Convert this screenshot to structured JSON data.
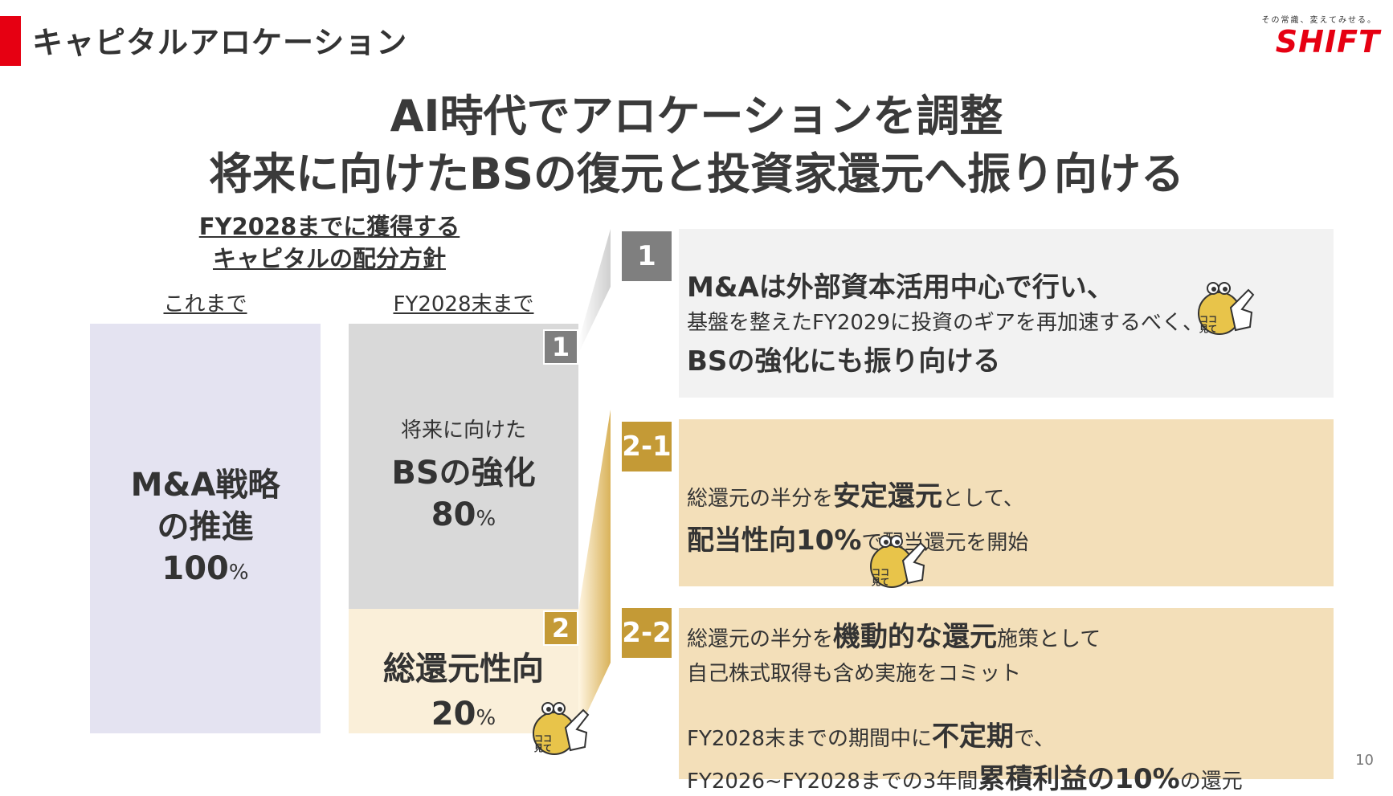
{
  "header": {
    "title": "キャピタルアロケーション",
    "tagline": "その常識、変えてみせる。",
    "logo": "SHIFT"
  },
  "headline": {
    "line1": "AI時代でアロケーションを調整",
    "line2": "将来に向けたBSの復元と投資家還元へ振り向ける"
  },
  "policy": {
    "line1": "FY2028までに獲得する",
    "line2": "キャピタルの配分方針"
  },
  "columns": {
    "before_label": "これまで",
    "after_label": "FY2028末まで"
  },
  "left_box": {
    "line1": "M&A戦略",
    "line2": "の推進",
    "value": "100",
    "unit": "%"
  },
  "bs_box": {
    "tag": "1",
    "small": "将来に向けた",
    "label": "BSの強化",
    "value": "80",
    "unit": "%"
  },
  "payout_box": {
    "tag": "2",
    "label": "総還元性向",
    "value": "20",
    "unit": "%"
  },
  "card1": {
    "tag": "1",
    "line1": "M&Aは外部資本活用中心で行い、",
    "line2": "基盤を整えたFY2029に投資のギアを再加速するべく、",
    "line3": "BSの強化にも振り向ける"
  },
  "card21": {
    "tag": "2-1",
    "l1_pre": "総還元の半分を",
    "l1_bold": "安定還元",
    "l1_post": "として、",
    "l2_bold": "配当性向10%",
    "l2_post": "で配当還元を開始"
  },
  "card22": {
    "tag": "2-2",
    "l1_pre": "総還元の半分を",
    "l1_bold": "機動的な還元",
    "l1_post": "施策として",
    "l2": "自己株式取得も含め実施をコミット",
    "l3_pre": "FY2028末までの期間中に",
    "l3_bold": "不定期",
    "l3_post": "で、",
    "l4_pre": "FY2026~FY2028までの3年間",
    "l4_bold": "累積利益の10%",
    "l4_post": "の還元"
  },
  "mascot_text": "ココ見て",
  "page_number": "10",
  "colors": {
    "brand_red": "#e60012",
    "gray_tag": "#7f7f7f",
    "gold_tag": "#c49a36",
    "left_box": "#e4e3f1",
    "bs_box": "#d9d9d9",
    "cream": "#faefd9",
    "card_gold": "#f3dfb9"
  }
}
